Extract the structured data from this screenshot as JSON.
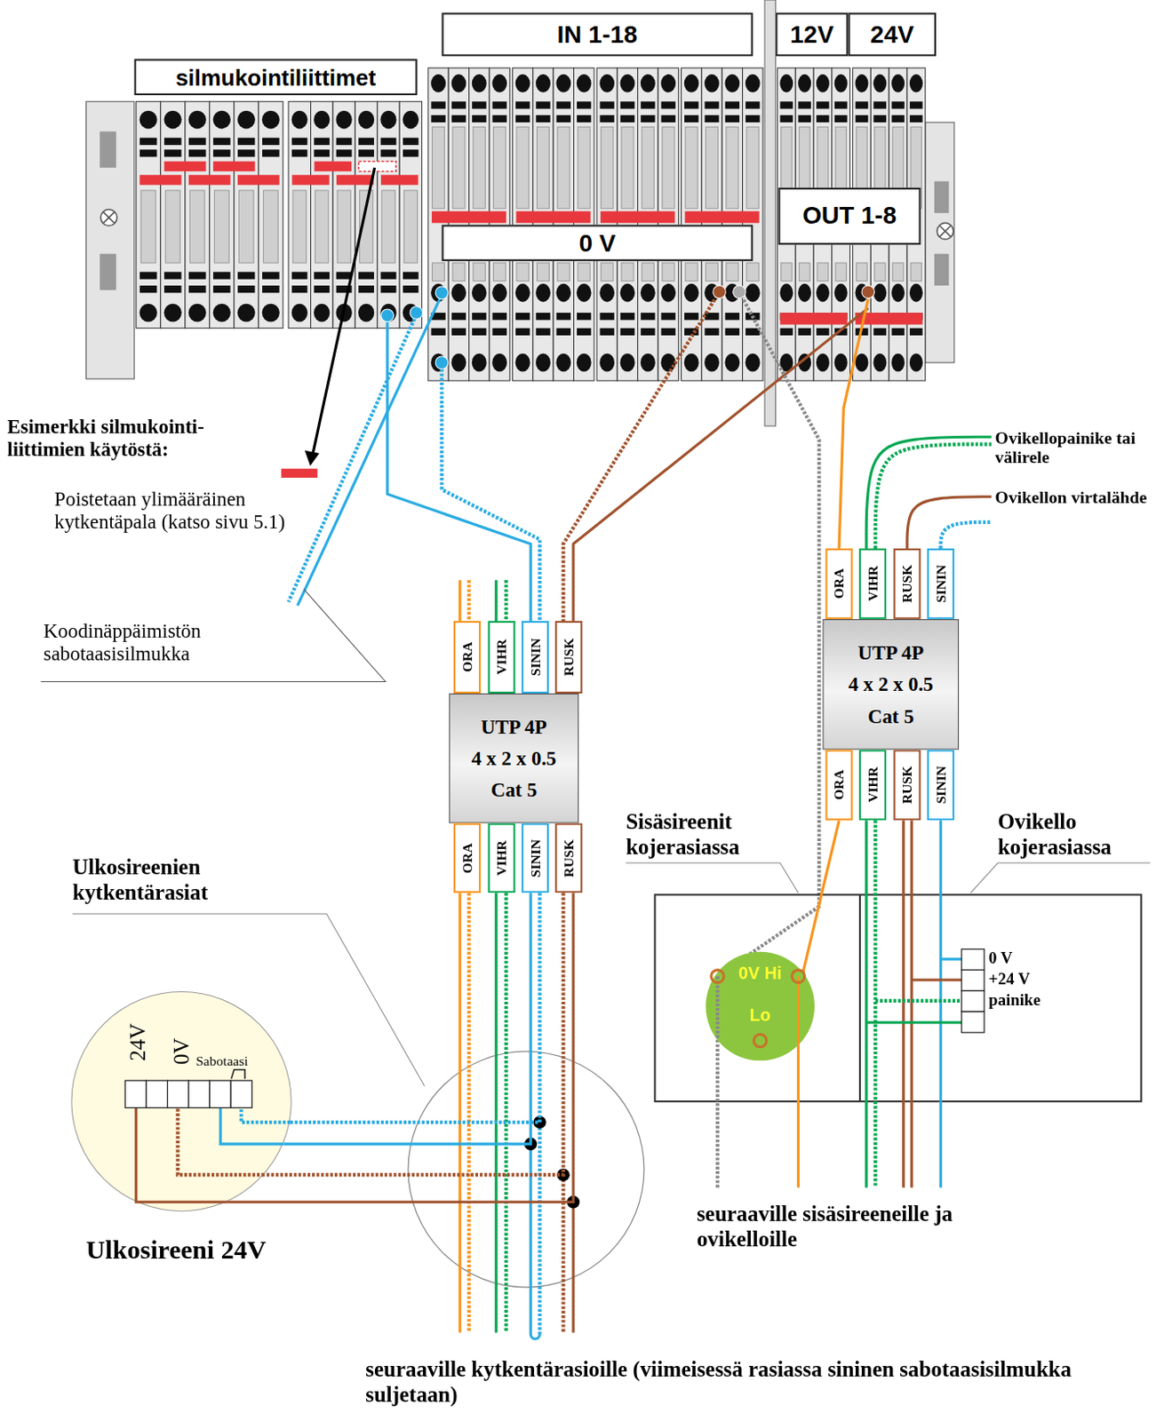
{
  "diagram": {
    "nodes": [
      {
        "text": [
          "silmukointiliittimet"
        ]
      },
      {
        "text": [
          "IN 1-18"
        ]
      },
      {
        "text": [
          "12V"
        ]
      },
      {
        "text": [
          "24V"
        ]
      },
      {
        "text": [
          "0 V"
        ]
      },
      {
        "text": [
          "OUT 1-8"
        ]
      },
      {
        "text": [
          "ORA"
        ]
      },
      {
        "text": [
          "VIHR"
        ]
      },
      {
        "text": [
          "SININ"
        ]
      },
      {
        "text": [
          "RUSK"
        ]
      },
      {
        "text": [
          "UTP 4P",
          "4 x 2 x 0.5",
          "Cat 5"
        ]
      },
      {
        "text": [
          "ORA"
        ]
      },
      {
        "text": [
          "VIHR"
        ]
      },
      {
        "text": [
          "SININ"
        ]
      },
      {
        "text": [
          "RUSK"
        ]
      },
      {
        "text": [
          "ORA"
        ]
      },
      {
        "text": [
          "VIHR"
        ]
      },
      {
        "text": [
          "RUSK"
        ]
      },
      {
        "text": [
          "SININ"
        ]
      },
      {
        "text": [
          "UTP 4P",
          "4 x 2 x 0.5",
          "Cat 5"
        ]
      },
      {
        "text": [
          "ORA"
        ]
      },
      {
        "text": [
          "VIHR"
        ]
      },
      {
        "text": [
          "RUSK"
        ]
      },
      {
        "text": [
          "SININ"
        ]
      },
      {
        "text": [
          "0V Hi",
          "Lo"
        ]
      },
      {
        "text": [
          "24V",
          "0V",
          "Sabotaasi"
        ]
      }
    ],
    "edges": [
      {
        "from": 13,
        "to": 25,
        "arrow": "none"
      },
      {
        "from": 13,
        "to": 25,
        "arrow": "none"
      },
      {
        "from": 14,
        "to": 25,
        "arrow": "none"
      },
      {
        "from": 14,
        "to": 25,
        "arrow": "none"
      },
      {
        "from": 20,
        "to": 24,
        "arrow": "none"
      }
    ],
    "labels": [
      "Esimerkki silmukointi- liittimien käytöstä:",
      "Poistetaan ylimääräinen kytkentäpala (katso sivu 5.1)",
      "Koodinäppäimistön sabotaasisilmukka",
      "Ovikellopainike tai välirele",
      "Ovikellon virtalähde",
      "Sisäsireenit kojerasiassa",
      "Ovikello kojerasiassa",
      "Ulkosireenien kytkentärasiat",
      "0 V",
      "+24 V",
      "painike",
      "Ulkosireeni 24V",
      "seuraaville sisäsireeneille ja ovikelloille",
      "seuraaville kytkentärasioille (viimeisessä rasiassa sininen sabotaasisilmukka suljetaan)"
    ]
  }
}
